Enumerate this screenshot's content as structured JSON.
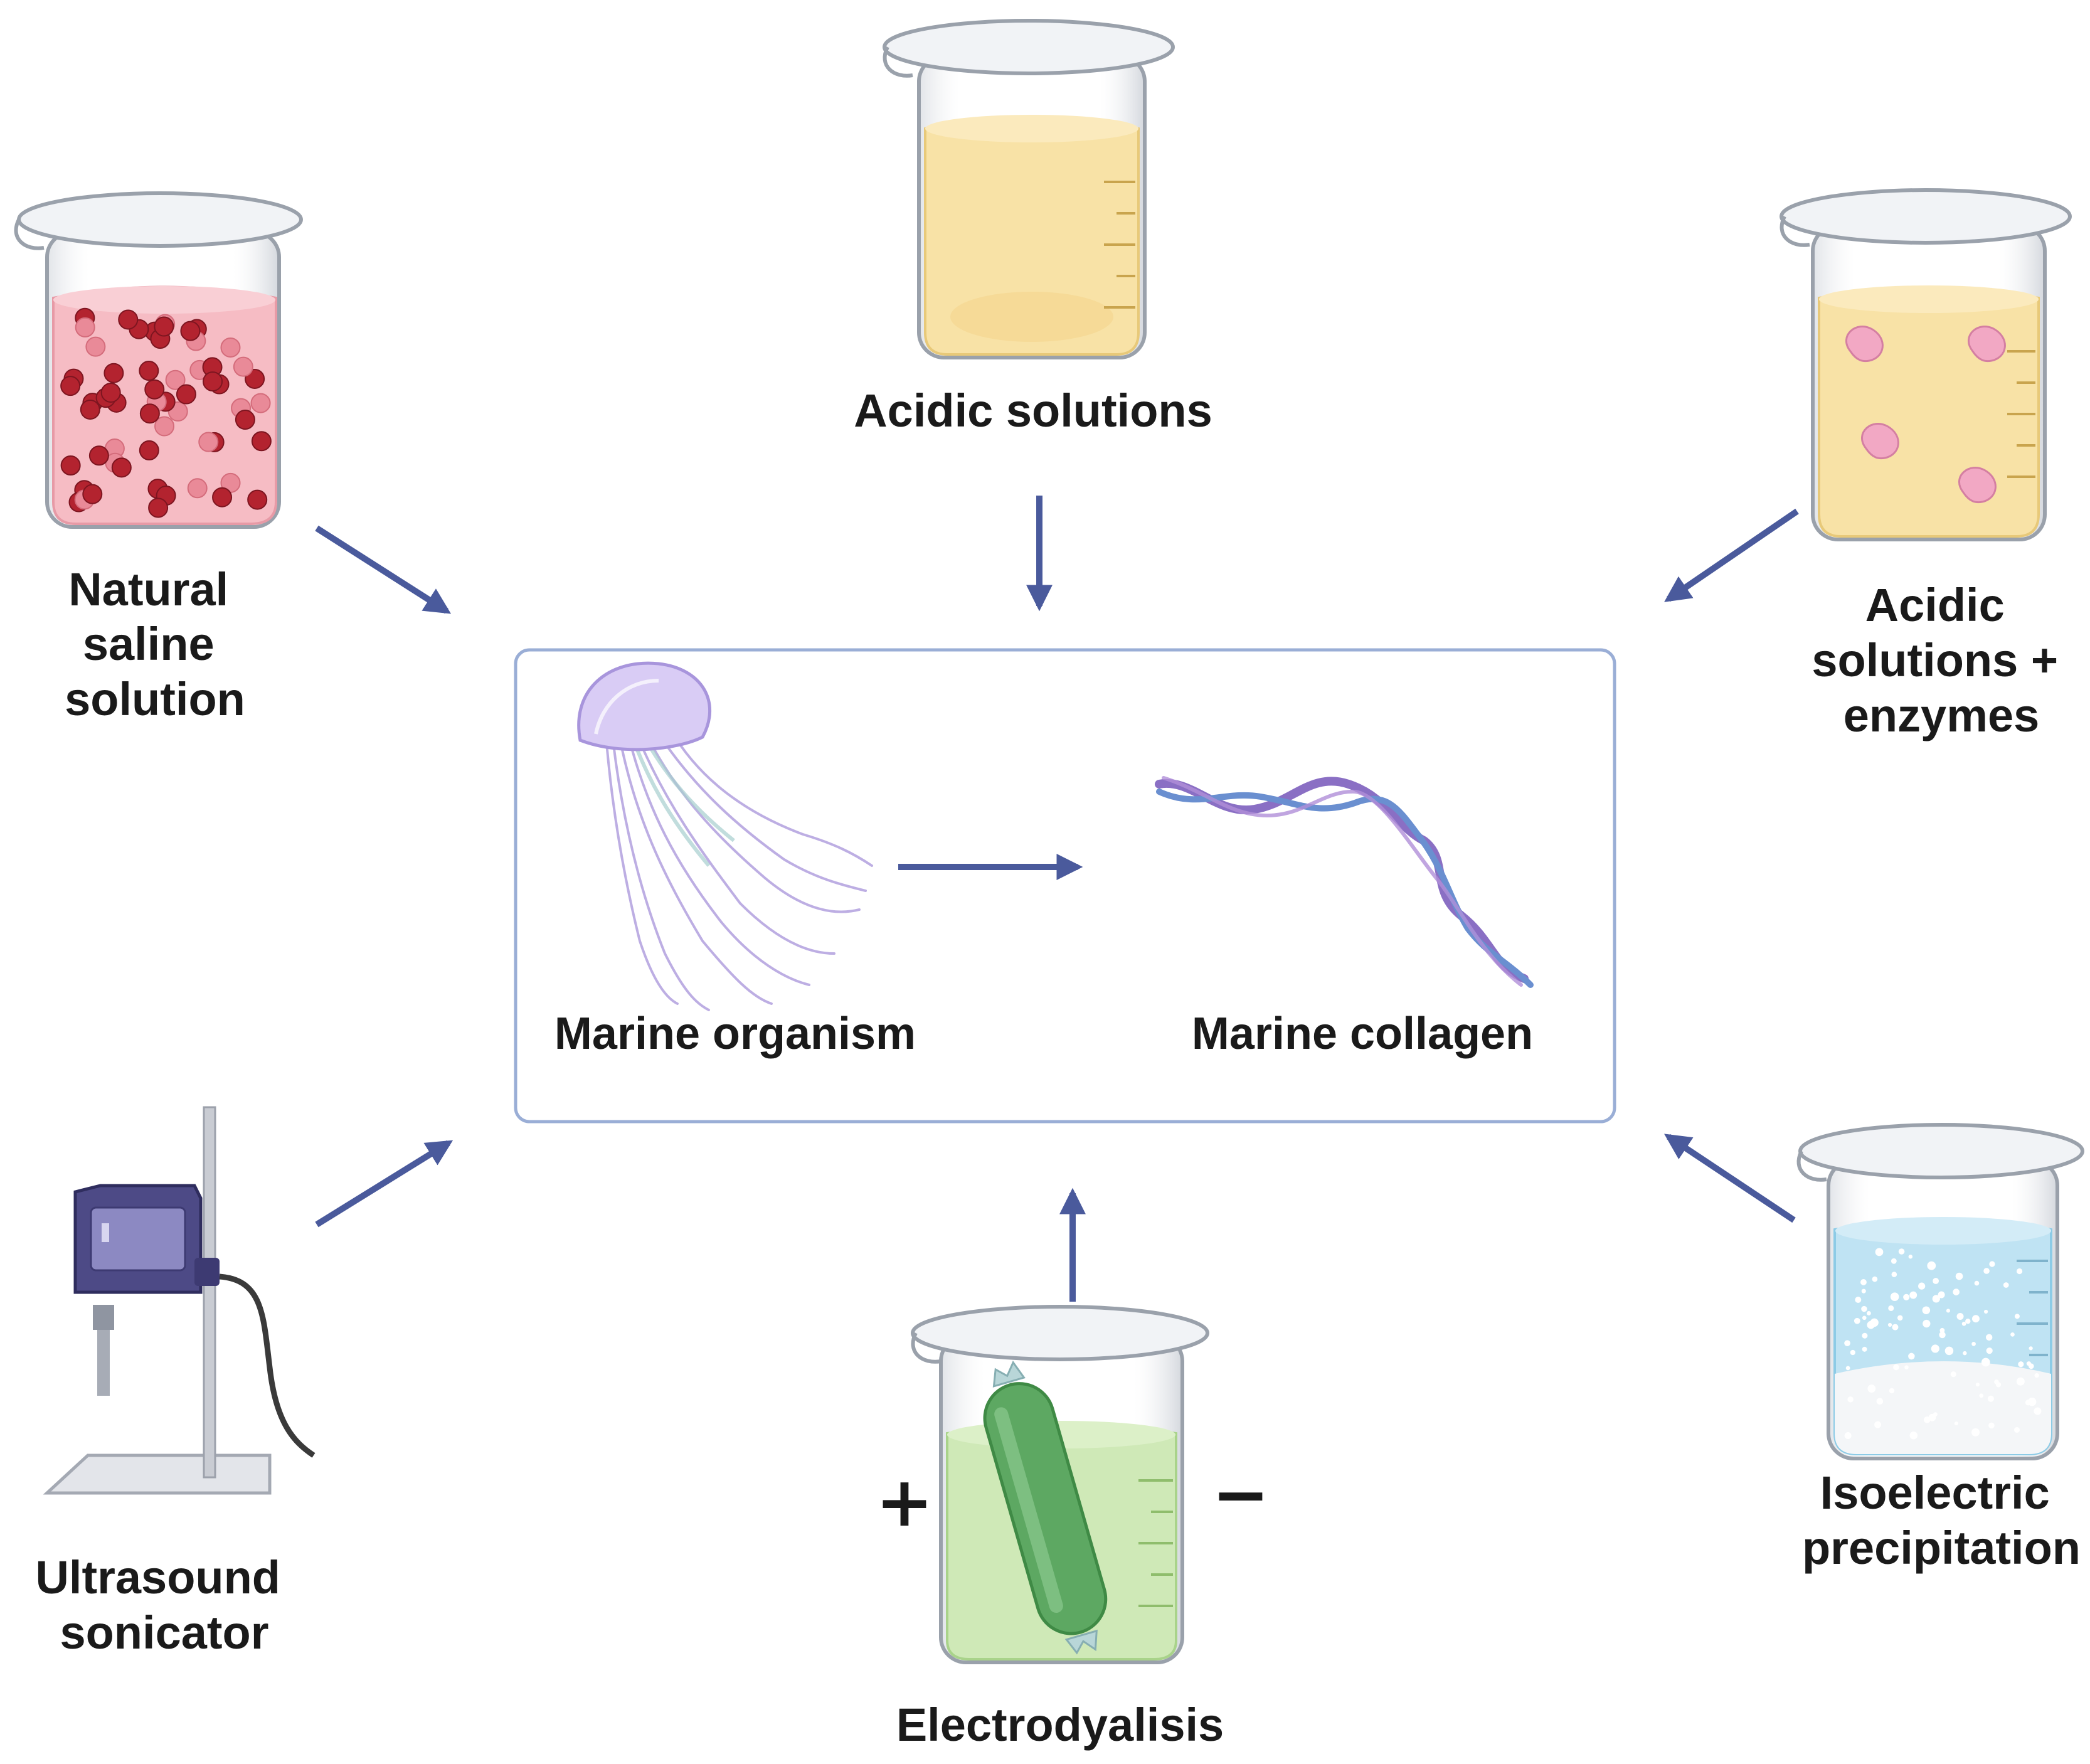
{
  "methods": {
    "natural_saline": [
      "Natural",
      "saline",
      "solution"
    ],
    "acidic": [
      "Acidic solutions"
    ],
    "acidic_enzymes": [
      "Acidic",
      "solutions +",
      "enzymes"
    ],
    "ultrasound": [
      "Ultrasound",
      "sonicator"
    ],
    "electrodialysis": [
      "Electrodyalisis"
    ],
    "isoelectric": [
      "Isoelectric",
      "precipitation"
    ]
  },
  "center": {
    "organism_label": "Marine organism",
    "collagen_label": "Marine collagen"
  },
  "electrodialysis_signs": {
    "plus": "+",
    "minus": "−"
  },
  "colors": {
    "arrow": "#4a5a9c",
    "box_border": "#9aaed6",
    "saline_liquid": "#f6bcc4",
    "saline_particle": "#b3232f",
    "acid_liquid": "#f8e2a6",
    "enzyme": "#f2a8c4",
    "electro_liquid": "#cfe9b7",
    "electro_bag": "#5da862",
    "iso_liquid": "#bfe3f3",
    "jellyfish": "#c8b6ee",
    "collagen_a": "#8a6fc4",
    "collagen_b": "#6a8fd0"
  },
  "icons": [
    "beaker-icon",
    "jellyfish-icon",
    "collagen-helix-icon",
    "sonicator-icon"
  ]
}
